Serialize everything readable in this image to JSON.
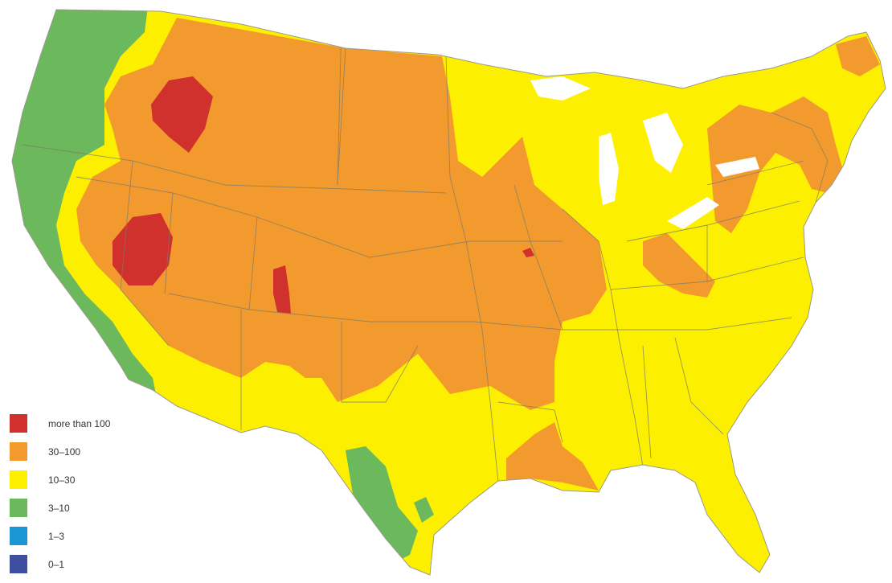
{
  "legend": {
    "items": [
      {
        "label": "more than 100",
        "color": "#d0312d"
      },
      {
        "label": "30–100",
        "color": "#f29a2e"
      },
      {
        "label": "10–30",
        "color": "#fdef00"
      },
      {
        "label": "3–10",
        "color": "#6cb85c"
      },
      {
        "label": "1–3",
        "color": "#1b95d3"
      },
      {
        "label": "0–1",
        "color": "#3e4fa0"
      }
    ]
  },
  "colors": {
    "background": "#ffffff",
    "state_boundary": "#7a7a6a"
  }
}
